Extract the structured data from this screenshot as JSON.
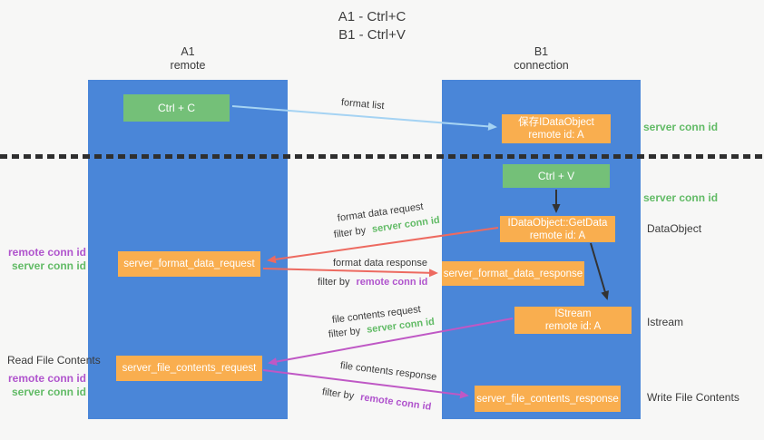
{
  "title": {
    "line1": "A1 - Ctrl+C",
    "line2": "B1 - Ctrl+V"
  },
  "lanes": {
    "a": {
      "name": "A1",
      "role": "remote"
    },
    "b": {
      "name": "B1",
      "role": "connection"
    }
  },
  "boxes": {
    "ctrl_c": "Ctrl + C",
    "ctrl_v": "Ctrl + V",
    "save_dataobject": {
      "line1": "保存IDataObject",
      "line2": "remote id: A"
    },
    "getdata": {
      "line1": "IDataObject::GetData",
      "line2": "remote id: A"
    },
    "istream": {
      "line1": "IStream",
      "line2": "remote id: A"
    },
    "server_format_data_request": "server_format_data_request",
    "server_format_data_response": "server_format_data_response",
    "server_file_contents_request": "server_file_contents_request",
    "server_file_contents_response": "server_file_contents_response"
  },
  "edge_labels": {
    "format_list": "format list",
    "format_data_request": "format data request",
    "format_data_response": "format data response",
    "file_contents_request": "file contents request",
    "file_contents_response": "file contents response",
    "filter_by": "filter by",
    "server_conn_id": "server conn id",
    "remote_conn_id": "remote conn id"
  },
  "side_labels": {
    "left": {
      "remote_conn_id": "remote conn id",
      "server_conn_id": "server conn id",
      "read_file_contents": "Read File Contents"
    },
    "right": {
      "server_conn_id_top": "server conn id",
      "server_conn_id_mid": "server conn id",
      "dataobject": "DataObject",
      "istream": "Istream",
      "write_file_contents": "Write File Contents"
    }
  },
  "colors": {
    "lane_blue": "#4a86d8",
    "button_green": "#74c078",
    "box_orange": "#f9ae4f",
    "conn_green": "#62bb66",
    "conn_purple": "#b054cd",
    "arrow_red": "#ed6a60",
    "arrow_magenta": "#bf58c5",
    "arrow_lightblue": "#a5d3f3",
    "arrow_black": "#333333",
    "background": "#f7f7f6",
    "text_dark": "#3a3a3a"
  }
}
